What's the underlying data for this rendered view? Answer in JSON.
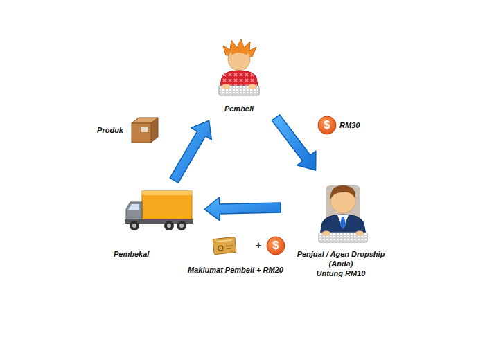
{
  "diagram": {
    "nodes": [
      {
        "text": [
          "Pembeli"
        ]
      },
      {
        "text": [
          "Penjual / Agen Dropship (Anda)",
          "Untung RM10"
        ]
      },
      {
        "text": [
          "Pembekal"
        ]
      }
    ],
    "edges": [
      {
        "from": 0,
        "to": 1,
        "arrow": "to",
        "label": "RM30"
      },
      {
        "from": 1,
        "to": 2,
        "arrow": "to",
        "label": "Maklumat Pembeli + RM20"
      },
      {
        "from": 2,
        "to": 0,
        "arrow": "to",
        "label": "Produk"
      }
    ],
    "labels": [
      "$",
      "+",
      "$"
    ]
  }
}
